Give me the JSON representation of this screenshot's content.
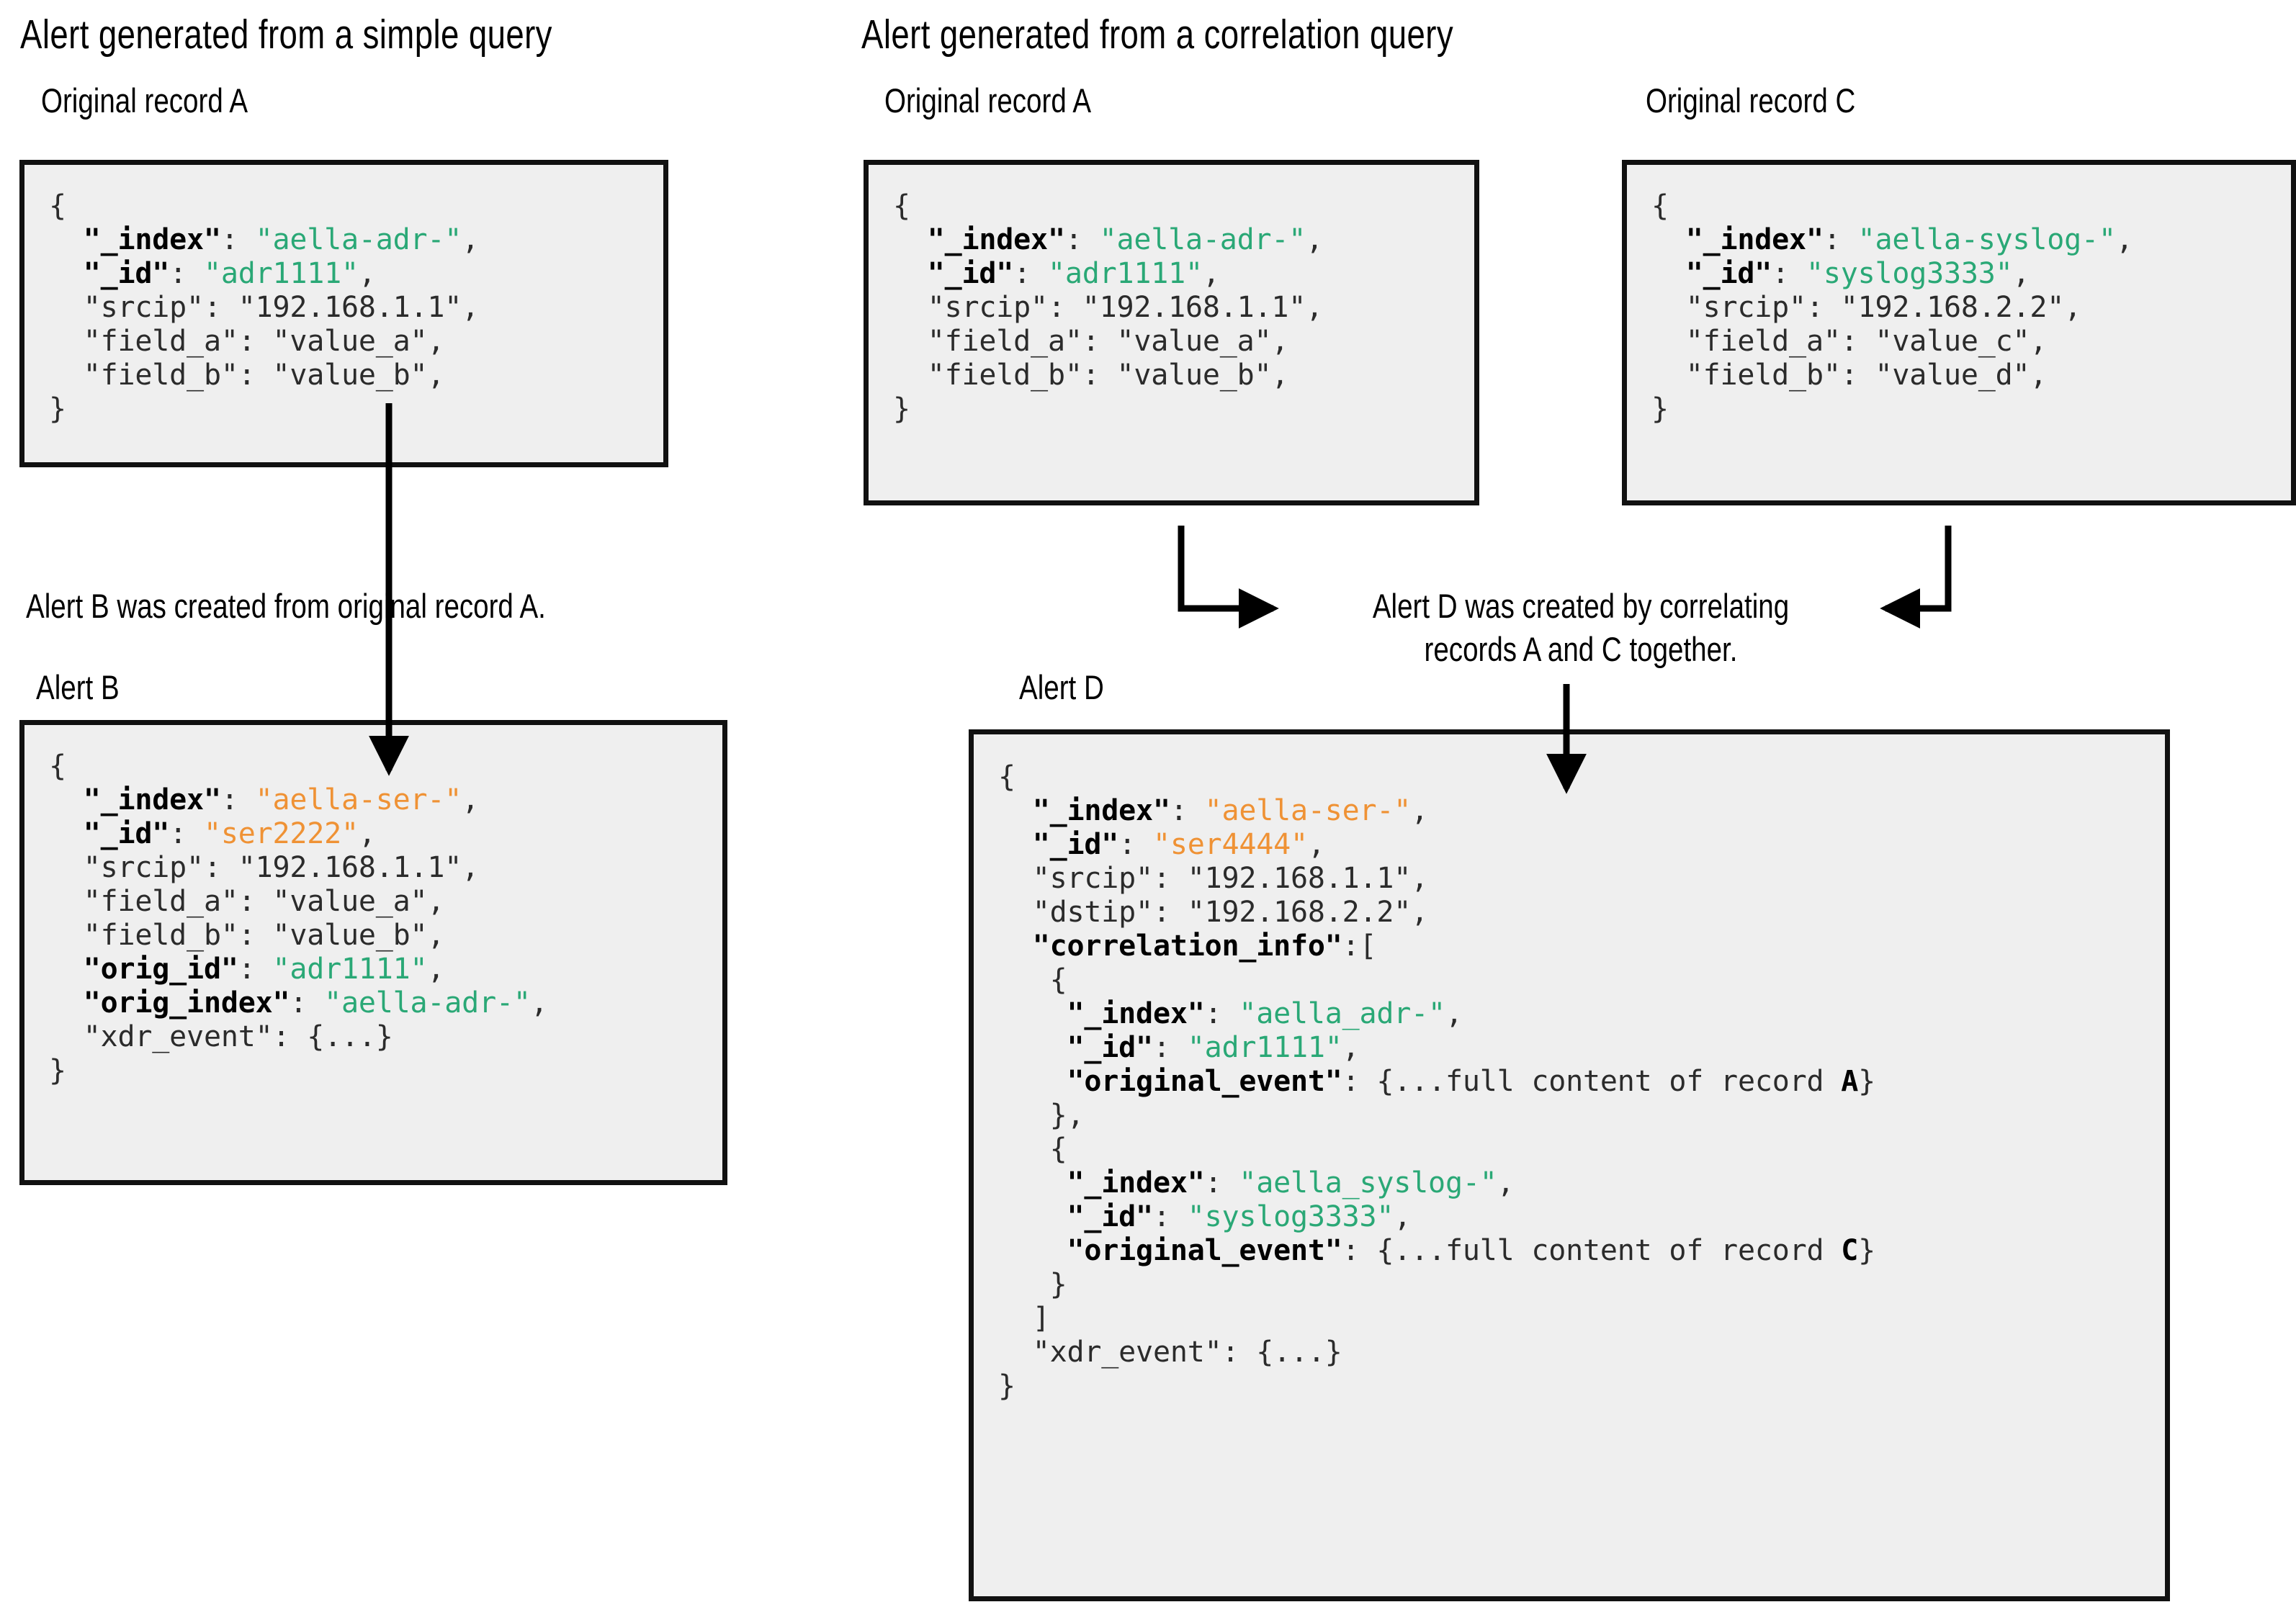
{
  "colors": {
    "green": "#2aa876",
    "orange": "#ef9235",
    "box_fill": "#efefef",
    "box_border": "#111111",
    "text": "#2b2b2b"
  },
  "left_panel": {
    "heading": "Alert generated from a simple query",
    "record_a_label": "Original record A",
    "record_a_code": {
      "line_open": "{",
      "lines": [
        {
          "key": "\"_index\":",
          "value": "\"aella-adr-\",",
          "key_style": "bold",
          "value_style": "green"
        },
        {
          "key": "\"_id\":",
          "value": "\"adr1111\",",
          "key_style": "bold",
          "value_style": "green"
        },
        {
          "key": "\"srcip\":",
          "value": "\"192.168.1.1\",",
          "key_style": "plain",
          "value_style": "plain"
        },
        {
          "key": "\"field_a\":",
          "value": "\"value_a\",",
          "key_style": "plain",
          "value_style": "plain"
        },
        {
          "key": "\"field_b\":",
          "value": "\"value_b\",",
          "key_style": "plain",
          "value_style": "plain"
        }
      ],
      "line_close": "}"
    },
    "annotation": "Alert B was created from original record A.",
    "alert_b_label": "Alert B",
    "alert_b_code": {
      "line_open": "{",
      "lines": [
        {
          "key": "\"_index\":",
          "value": "\"aella-ser-\",",
          "key_style": "bold",
          "value_style": "orange"
        },
        {
          "key": "\"_id\":",
          "value": "\"ser2222\",",
          "key_style": "bold",
          "value_style": "orange"
        },
        {
          "key": "\"srcip\":",
          "value": "\"192.168.1.1\",",
          "key_style": "plain",
          "value_style": "plain"
        },
        {
          "key": "\"field_a\":",
          "value": "\"value_a\",",
          "key_style": "plain",
          "value_style": "plain"
        },
        {
          "key": "\"field_b\":",
          "value": "\"value_b\",",
          "key_style": "plain",
          "value_style": "plain"
        },
        {
          "key": "\"orig_id\":",
          "value": "\"adr1111\",",
          "key_style": "bold",
          "value_style": "green"
        },
        {
          "key": "\"orig_index\":",
          "value": "\"aella-adr-\",",
          "key_style": "bold",
          "value_style": "green"
        },
        {
          "key": "\"xdr_event\":",
          "value": "{...}",
          "key_style": "plain",
          "value_style": "plain"
        }
      ],
      "line_close": "}"
    }
  },
  "right_panel": {
    "heading": "Alert generated from a correlation query",
    "record_a_label": "Original record A",
    "record_a_code": {
      "line_open": "{",
      "lines": [
        {
          "key": "\"_index\":",
          "value": "\"aella-adr-\",",
          "key_style": "bold",
          "value_style": "green"
        },
        {
          "key": "\"_id\":",
          "value": "\"adr1111\",",
          "key_style": "bold",
          "value_style": "green"
        },
        {
          "key": "\"srcip\":",
          "value": "\"192.168.1.1\",",
          "key_style": "plain",
          "value_style": "plain"
        },
        {
          "key": "\"field_a\":",
          "value": "\"value_a\",",
          "key_style": "plain",
          "value_style": "plain"
        },
        {
          "key": "\"field_b\":",
          "value": "\"value_b\",",
          "key_style": "plain",
          "value_style": "plain"
        }
      ],
      "line_close": "}"
    },
    "record_c_label": "Original record C",
    "record_c_code": {
      "line_open": "{",
      "lines": [
        {
          "key": "\"_index\":",
          "value": "\"aella-syslog-\",",
          "key_style": "bold",
          "value_style": "green"
        },
        {
          "key": "\"_id\":",
          "value": "\"syslog3333\",",
          "key_style": "bold",
          "value_style": "green"
        },
        {
          "key": "\"srcip\":",
          "value": "\"192.168.2.2\",",
          "key_style": "plain",
          "value_style": "plain"
        },
        {
          "key": "\"field_a\":",
          "value": "\"value_c\",",
          "key_style": "plain",
          "value_style": "plain"
        },
        {
          "key": "\"field_b\":",
          "value": "\"value_d\",",
          "key_style": "plain",
          "value_style": "plain"
        }
      ],
      "line_close": "}"
    },
    "annotation_line1": "Alert D was created by correlating",
    "annotation_line2": "records A and C together.",
    "alert_d_label": "Alert D",
    "alert_d_code": {
      "lines": [
        "{",
        "  \"_index\": \"aella-ser-\",",
        "  \"_id\": \"ser4444\",",
        "  \"srcip\": \"192.168.1.1\",",
        "  \"dstip\": \"192.168.2.2\",",
        "  \"correlation_info\":[",
        "   {",
        "    \"_index\": \"aella_adr-\",",
        "    \"_id\": \"adr1111\",",
        "    \"original_event\": {...full content of record A}",
        "   },",
        "   {",
        "    \"_index\": \"aella_syslog-\",",
        "    \"_id\": \"syslog3333\",",
        "    \"original_event\": {...full content of record C}",
        "   }",
        "  ]",
        "  \"xdr_event\": {...}",
        "}"
      ]
    }
  },
  "arrows": {
    "simple_down_label": "arrow-record-a-to-alert-b",
    "corr_a_label": "arrow-record-a-to-annotation",
    "corr_c_label": "arrow-record-c-to-annotation",
    "corr_down_label": "arrow-annotation-to-alert-d"
  }
}
